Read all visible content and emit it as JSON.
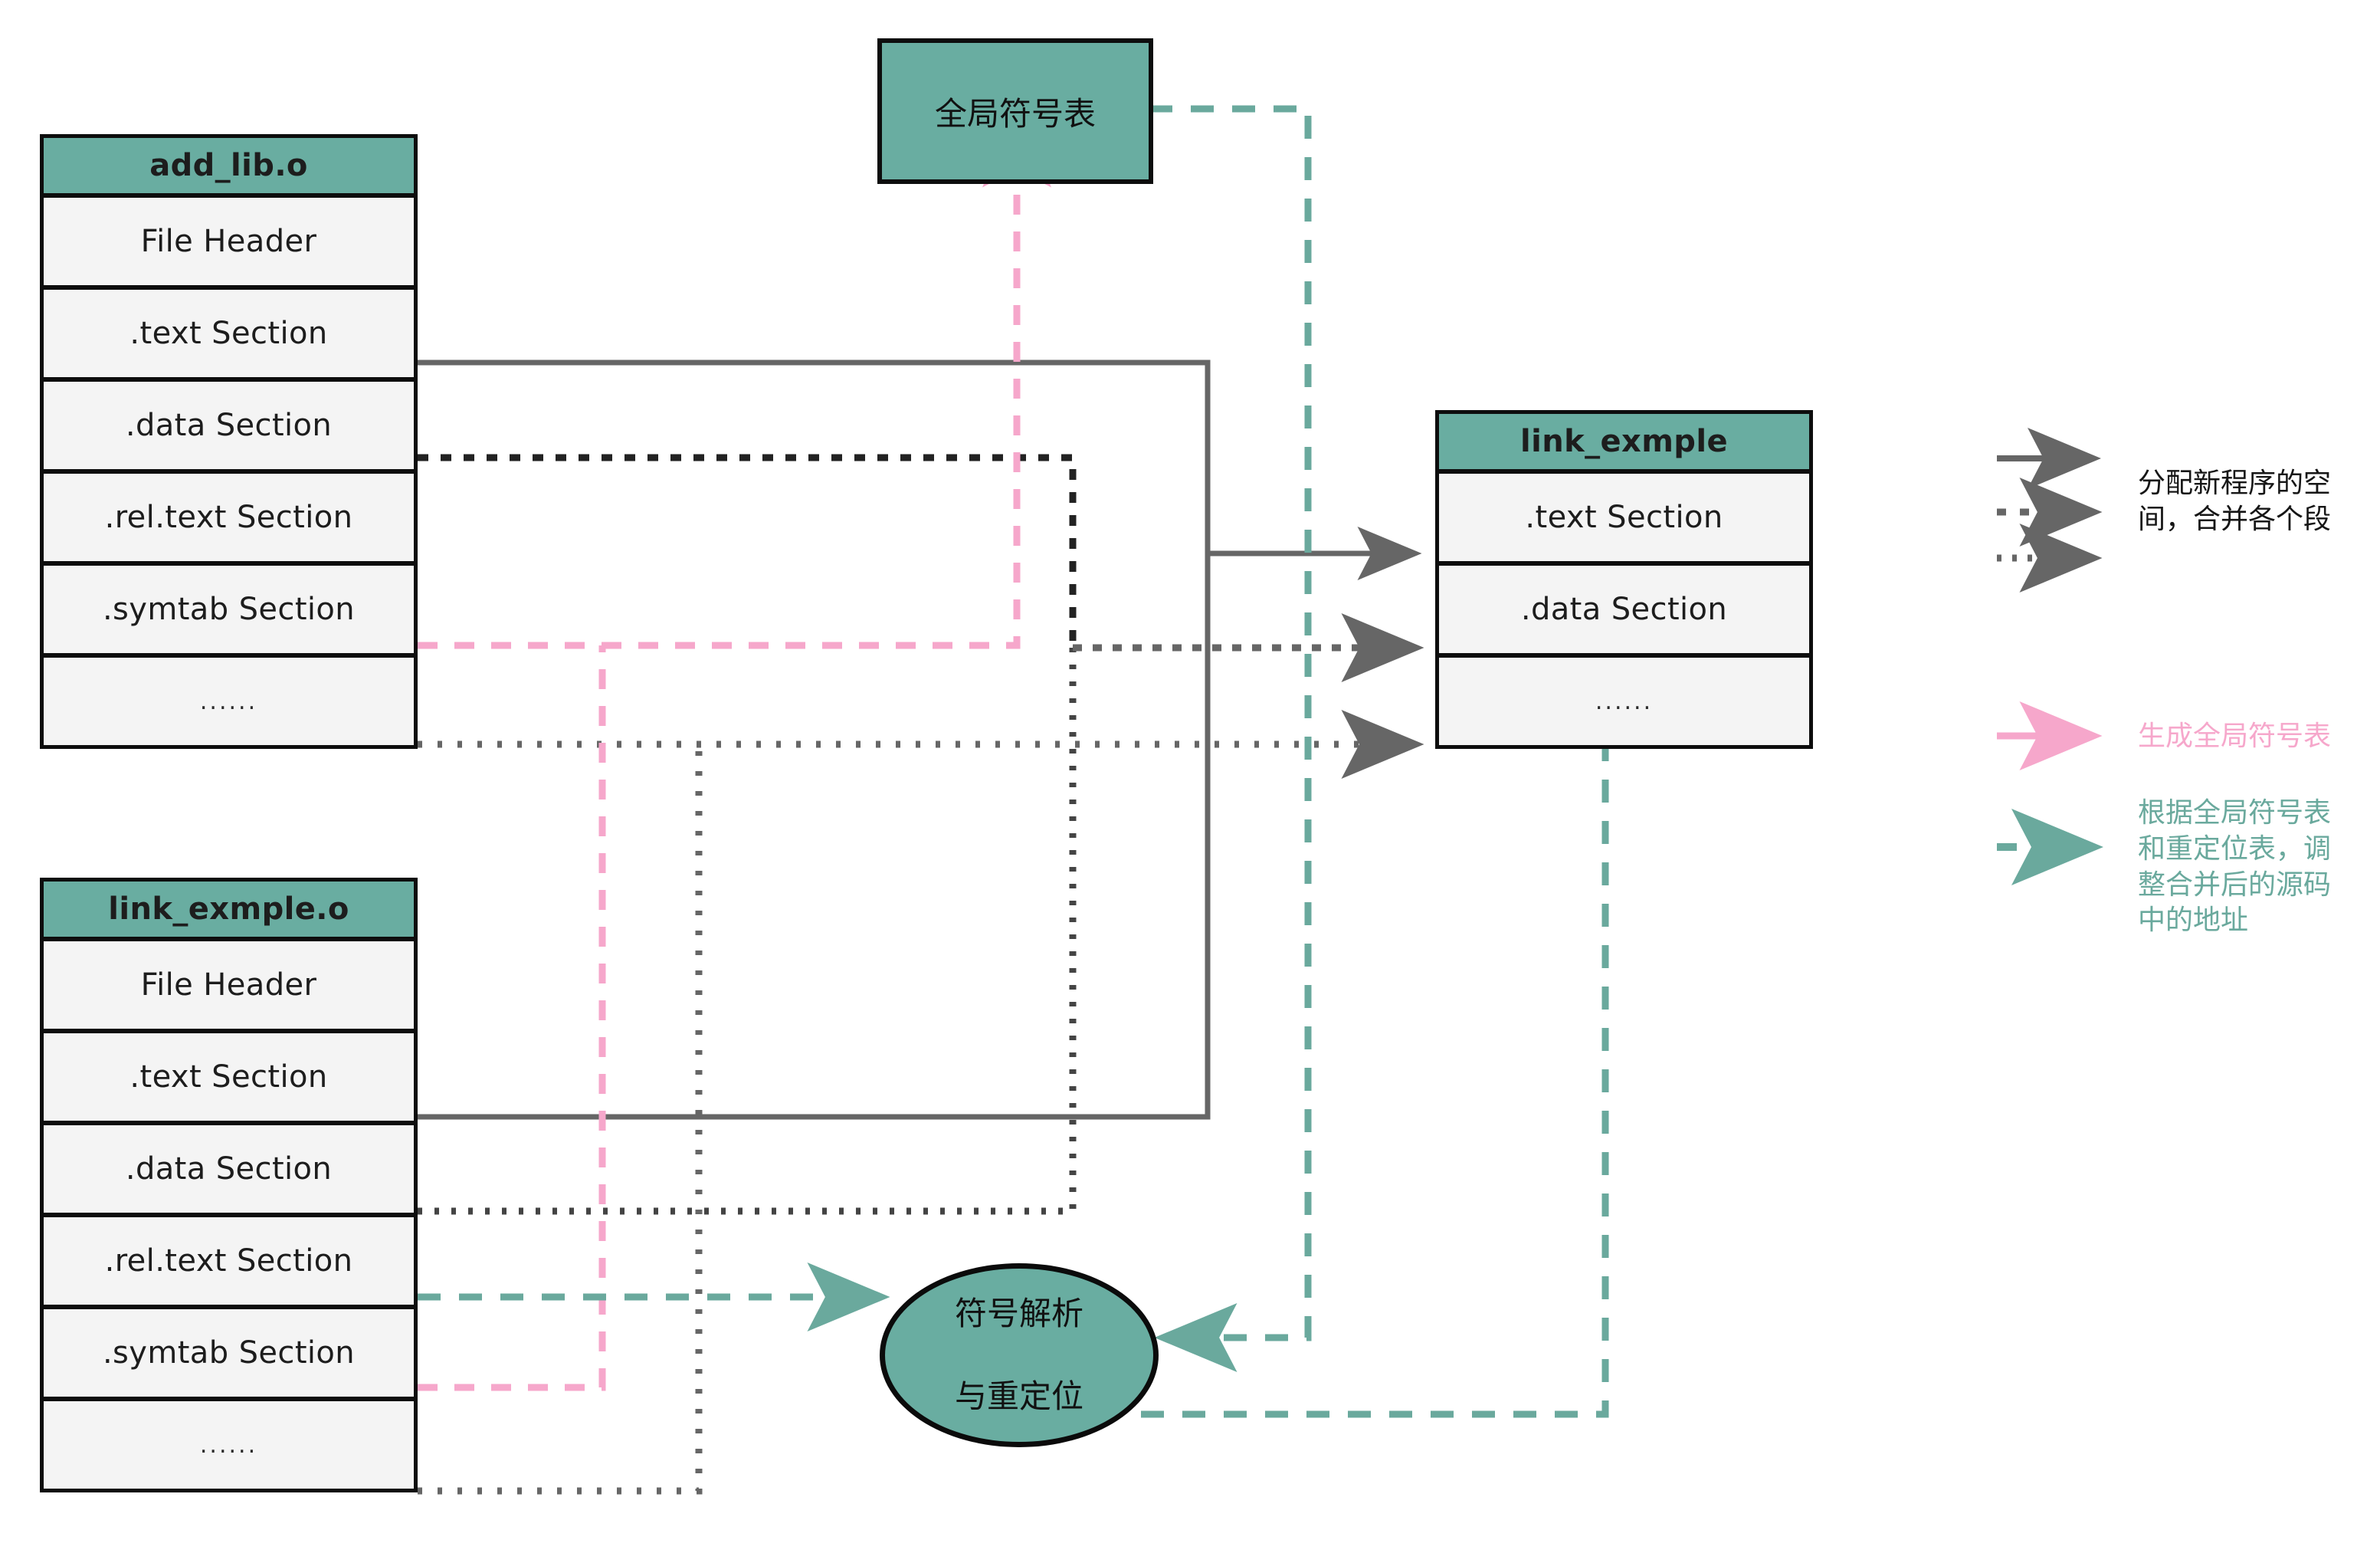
{
  "colors": {
    "teal_fill": "#69ada1",
    "row_fill": "#f4f4f4",
    "stroke": "#0d0d0d",
    "gray_line": "#666666",
    "pink_line": "#f6a7cb",
    "teal_line": "#6aa99d"
  },
  "objects": {
    "add_lib": {
      "title": "add_lib.o",
      "rows": [
        "File Header",
        ".text Section",
        ".data Section",
        ".rel.text Section",
        ".symtab Section",
        "......"
      ]
    },
    "link_exmple_o": {
      "title": "link_exmple.o",
      "rows": [
        "File Header",
        ".text Section",
        ".data Section",
        ".rel.text Section",
        ".symtab Section",
        "......"
      ]
    },
    "output": {
      "title": "link_exmple",
      "rows": [
        ".text Section",
        ".data Section",
        "......"
      ]
    }
  },
  "nodes": {
    "global_symbol_table": "全局符号表",
    "resolve_relocate_line1": "符号解析",
    "resolve_relocate_line2": "与重定位"
  },
  "legend": {
    "items": [
      {
        "style": "solid-gray",
        "label": "分配新程序的空\n间，合并各个段"
      },
      {
        "style": "dashdot-gray",
        "label": ""
      },
      {
        "style": "dotted-gray",
        "label": ""
      },
      {
        "style": "solid-pink",
        "label": "生成全局符号表"
      },
      {
        "style": "dashed-teal",
        "label": "根据全局符号表\n和重定位表，调\n整合并后的源码\n中的地址"
      }
    ],
    "group_merge_label": "分配新程序的空\n间，合并各个段",
    "group_symtab_label": "生成全局符号表",
    "group_reloc_label": "根据全局符号表\n和重定位表，调\n整合并后的源码\n中的地址"
  }
}
